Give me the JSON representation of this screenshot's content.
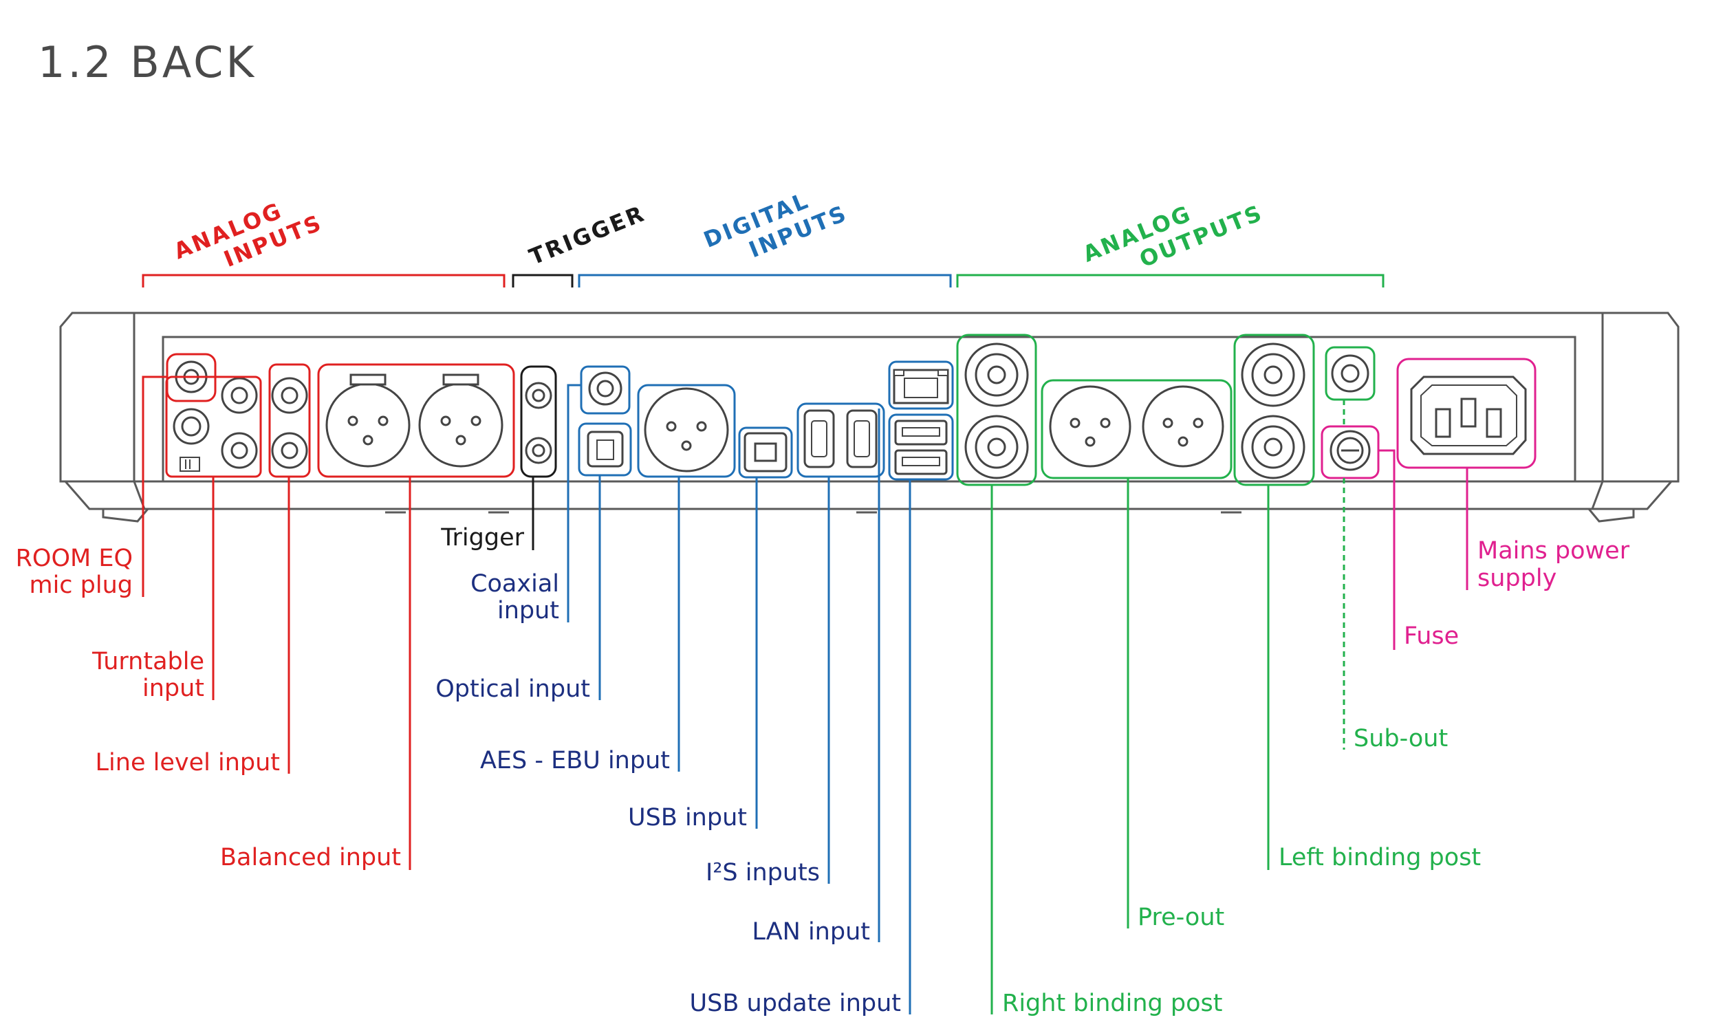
{
  "title": "1.2 BACK",
  "colors": {
    "red": "#e02020",
    "black": "#1a1a1a",
    "blue": "#1f6fb5",
    "navy": "#1c2f80",
    "green": "#22b14c",
    "magenta": "#e0208f",
    "device": "#555555"
  },
  "groups": {
    "analog_inputs": [
      "ANALOG",
      "INPUTS"
    ],
    "trigger": "TRIGGER",
    "digital_inputs": [
      "DIGITAL",
      "INPUTS"
    ],
    "analog_outputs": [
      "ANALOG",
      "OUTPUTS"
    ]
  },
  "labels": {
    "room_eq": [
      "ROOM EQ",
      "mic plug"
    ],
    "turntable": [
      "Turntable",
      "input"
    ],
    "line_level": "Line level input",
    "balanced": "Balanced input",
    "trigger": "Trigger",
    "coaxial": [
      "Coaxial",
      "input"
    ],
    "optical": "Optical input",
    "aes_ebu": "AES - EBU input",
    "usb": "USB input",
    "i2s": "I²S inputs",
    "lan": "LAN input",
    "usb_update": "USB update input",
    "right_binding": "Right binding post",
    "pre_out": "Pre-out",
    "left_binding": "Left binding post",
    "sub_out": "Sub-out",
    "fuse": "Fuse",
    "mains": [
      "Mains power",
      "supply"
    ]
  }
}
